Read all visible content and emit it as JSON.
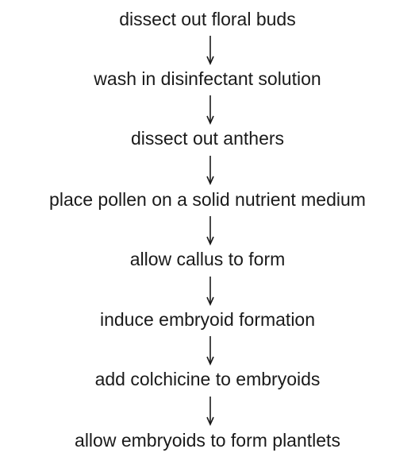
{
  "flowchart": {
    "steps": [
      "dissect out floral buds",
      "wash in disinfectant solution",
      "dissect out anthers",
      "place pollen on a solid nutrient medium",
      "allow callus to form",
      "induce embryoid formation",
      "add colchicine to embryoids",
      "allow embryoids to form plantlets"
    ],
    "text_color": "#1a1a1a"
  }
}
